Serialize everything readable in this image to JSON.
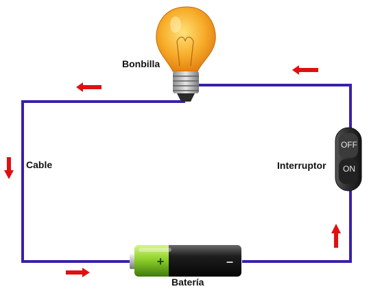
{
  "labels": {
    "bulb": "Bonbilla",
    "cable": "Cable",
    "switch": "Interruptor",
    "battery": "Batería"
  },
  "switch": {
    "off_label": "OFF",
    "on_label": "ON"
  },
  "battery": {
    "positive_sign": "+",
    "negative_sign": "–"
  },
  "colors": {
    "wire": "#3a1fa8",
    "arrow": "#e01010",
    "bulb_glow": "#f5a21a",
    "battery_positive": "#8fd12a",
    "battery_body": "#1a1a1a",
    "switch_body": "#2b2b2b"
  },
  "icons": {
    "bulb": "light-bulb-icon",
    "battery": "battery-icon",
    "switch": "toggle-switch-icon",
    "arrow": "current-arrow-icon"
  }
}
